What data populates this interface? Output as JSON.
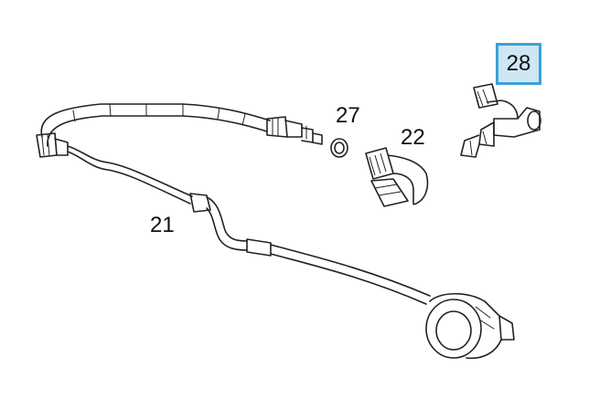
{
  "callouts": {
    "hose": "21",
    "oring": "27",
    "elbow_fitting": "22",
    "elbow_connector": "28"
  },
  "highlight": {
    "selected": "28",
    "border_color": "#3aa0d8",
    "fill_color": "#cfe6f3"
  },
  "parts": [
    {
      "ref": "21",
      "icon": "hydraulic-hose-line"
    },
    {
      "ref": "27",
      "icon": "o-ring"
    },
    {
      "ref": "22",
      "icon": "elbow-fitting"
    },
    {
      "ref": "28",
      "icon": "elbow-connector"
    }
  ]
}
